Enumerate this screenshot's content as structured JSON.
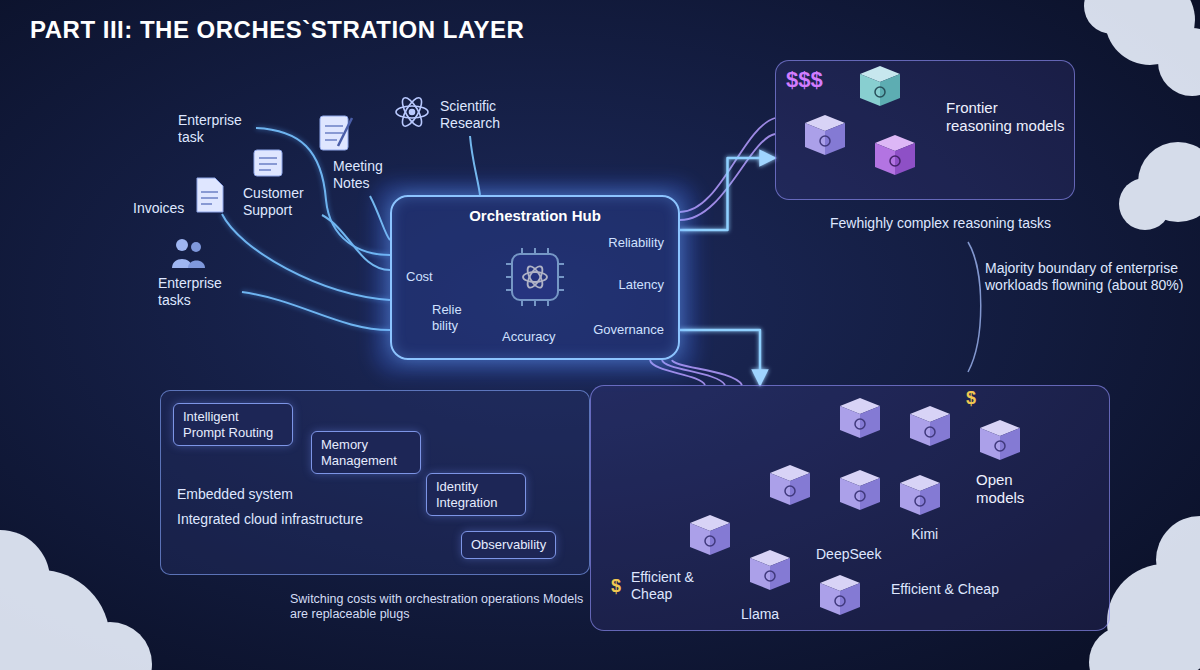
{
  "diagram": {
    "title": "PART III: THE ORCHES`STRATION LAYER",
    "nodes": [
      {
        "text": [
          "Orchestration Hub",
          "Cost",
          "Reliability",
          "Latency",
          "Relie bility",
          "Accuracy",
          "Governance"
        ]
      },
      {
        "text": [
          "$$$",
          "Frontier reasoning models"
        ]
      },
      {
        "text": [
          "$",
          "Open models",
          "Kimi",
          "DeepSeek",
          "Llama",
          "Efficient & Cheap",
          "$",
          "Efficient & Cheap"
        ]
      },
      {
        "text": [
          "Embedded system",
          "Integrated cloud infrastructure"
        ]
      },
      {
        "text": [
          "Intelligent Prompt Routing"
        ],
        "in": 3
      },
      {
        "text": [
          "Memory Management"
        ],
        "in": 3
      },
      {
        "text": [
          "Identity Integration"
        ],
        "in": 3
      },
      {
        "text": [
          "Observability"
        ],
        "in": 3
      }
    ],
    "edges": [
      {
        "from": 0,
        "to": 1,
        "arrow": "to"
      },
      {
        "from": 0,
        "to": 2,
        "arrow": "to"
      },
      {
        "from": 3,
        "to": 0,
        "arrow": "to"
      }
    ],
    "labels": [
      "Enterprise task",
      "Scientific Research",
      "Meeting Notes",
      "Customer Support",
      "Invoices",
      "Enterprise tasks",
      "Fewhighly complex reasoning tasks",
      "Majority boundary of enterprise workloads flowning (about 80%)",
      "Switching costs with orchestration operations Models are replaceable plugs"
    ]
  }
}
